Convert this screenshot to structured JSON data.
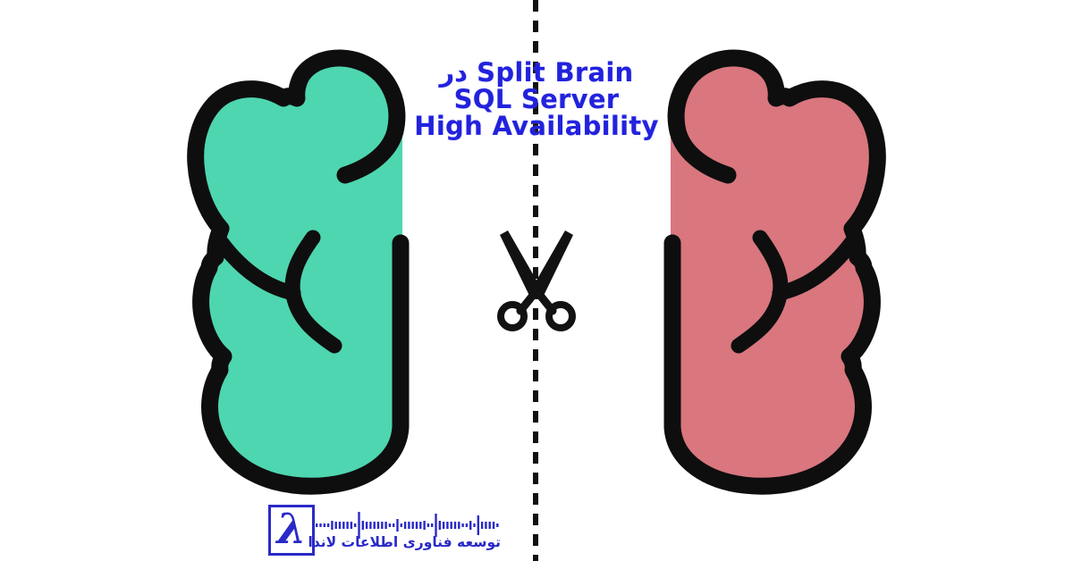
{
  "title": {
    "lines": [
      "در Split Brain",
      "SQL Server",
      "High Availability"
    ],
    "color": "#2222dd"
  },
  "illustration": {
    "left_brain_color": "#4ed6b0",
    "right_brain_color": "#d9767e",
    "outline_color": "#0e0e0e",
    "scissors_color": "#121212",
    "divider_color": "#111111"
  },
  "logo": {
    "lambda": "λ",
    "text": "توسعه فناوری اطلاعات لاندا",
    "color": "#2a2ac8",
    "waveform": [
      4,
      4,
      4,
      4,
      10,
      8,
      8,
      8,
      8,
      8,
      4,
      30,
      10,
      8,
      8,
      8,
      8,
      8,
      8,
      4,
      4,
      14,
      4,
      8,
      8,
      8,
      8,
      8,
      10,
      4,
      4,
      26,
      10,
      8,
      8,
      8,
      8,
      8,
      4,
      4,
      10,
      4,
      22,
      8,
      8,
      8,
      8,
      4
    ]
  }
}
